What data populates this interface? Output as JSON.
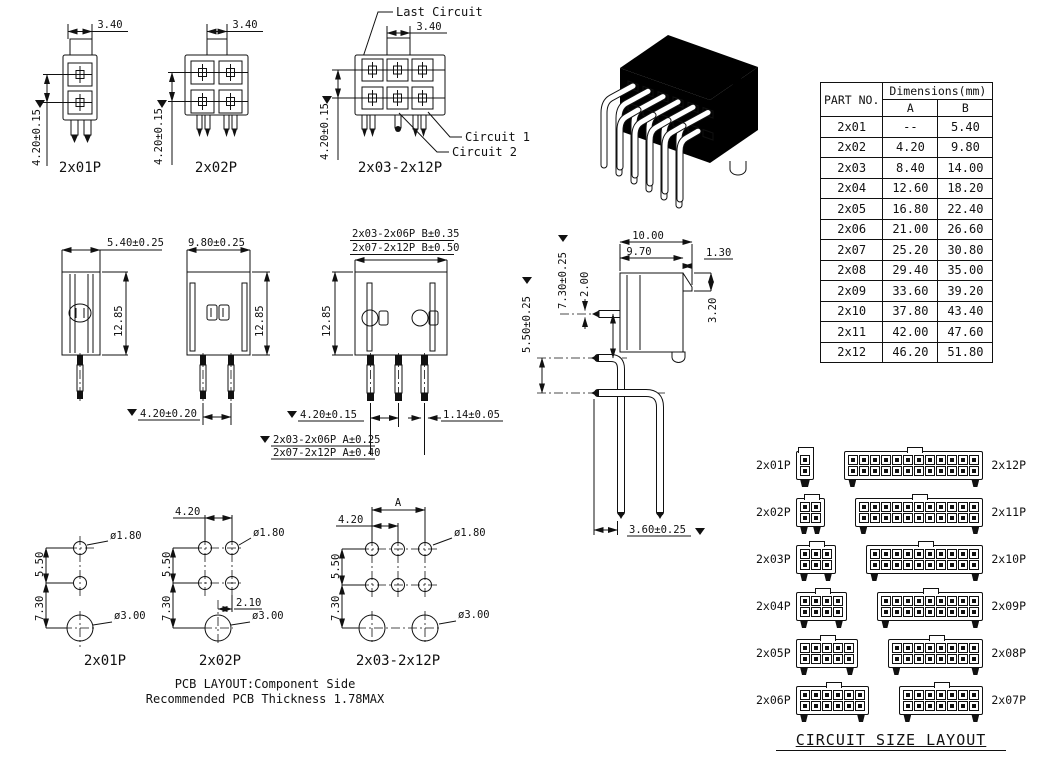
{
  "fv": {
    "last_circuit": "Last Circuit",
    "circuit1": "Circuit 1",
    "circuit2": "Circuit 2",
    "w": "3.40",
    "pitch": "4.20±0.15",
    "l1": "2x01P",
    "l2": "2x02P",
    "l3": "2x03-2x12P"
  },
  "sv": {
    "w1": "5.40±0.25",
    "w2": "9.80±0.25",
    "h": "12.85",
    "p2": "4.20±0.20",
    "p3": "4.20±0.15",
    "pin": "1.14±0.05",
    "b1": "2x03-2x06P B±0.35",
    "b2": "2x07-2x12P B±0.50",
    "a1": "2x03-2x06P A±0.25",
    "a2": "2x07-2x12P A±0.40"
  },
  "ra": {
    "d10": "10.00",
    "d97": "9.70",
    "d13": "1.30",
    "d2": "2.00",
    "d73": "7.30±0.25",
    "d55": "5.50±0.25",
    "d32": "3.20",
    "d36": "3.60±0.25"
  },
  "table": {
    "header_part": "PART NO.",
    "header_dims": "Dimensions(mm)",
    "header_a": "A",
    "header_b": "B",
    "rows": [
      {
        "part": "2x01",
        "a": "--",
        "b": "5.40"
      },
      {
        "part": "2x02",
        "a": "4.20",
        "b": "9.80"
      },
      {
        "part": "2x03",
        "a": "8.40",
        "b": "14.00"
      },
      {
        "part": "2x04",
        "a": "12.60",
        "b": "18.20"
      },
      {
        "part": "2x05",
        "a": "16.80",
        "b": "22.40"
      },
      {
        "part": "2x06",
        "a": "21.00",
        "b": "26.60"
      },
      {
        "part": "2x07",
        "a": "25.20",
        "b": "30.80"
      },
      {
        "part": "2x08",
        "a": "29.40",
        "b": "35.00"
      },
      {
        "part": "2x09",
        "a": "33.60",
        "b": "39.20"
      },
      {
        "part": "2x10",
        "a": "37.80",
        "b": "43.40"
      },
      {
        "part": "2x11",
        "a": "42.00",
        "b": "47.60"
      },
      {
        "part": "2x12",
        "a": "46.20",
        "b": "51.80"
      }
    ]
  },
  "pcb": {
    "l1": "2x01P",
    "l2": "2x02P",
    "l3": "2x03-2x12P",
    "v55": "5.50",
    "v73": "7.30",
    "h42": "4.20",
    "off": "2.10",
    "a": "A",
    "small": "ø1.80",
    "big": "ø3.00",
    "note1": "PCB LAYOUT:Component Side",
    "note2": "Recommended PCB Thickness 1.78MAX"
  },
  "csl": {
    "title": "CIRCUIT SIZE LAYOUT",
    "rows": [
      {
        "left_label": "2x01P",
        "left_pins": 1,
        "right_label": "2x12P",
        "right_pins": 12
      },
      {
        "left_label": "2x02P",
        "left_pins": 2,
        "right_label": "2x11P",
        "right_pins": 11
      },
      {
        "left_label": "2x03P",
        "left_pins": 3,
        "right_label": "2x10P",
        "right_pins": 10
      },
      {
        "left_label": "2x04P",
        "left_pins": 4,
        "right_label": "2x09P",
        "right_pins": 9
      },
      {
        "left_label": "2x05P",
        "left_pins": 5,
        "right_label": "2x08P",
        "right_pins": 8
      },
      {
        "left_label": "2x06P",
        "left_pins": 6,
        "right_label": "2x07P",
        "right_pins": 7
      }
    ]
  }
}
